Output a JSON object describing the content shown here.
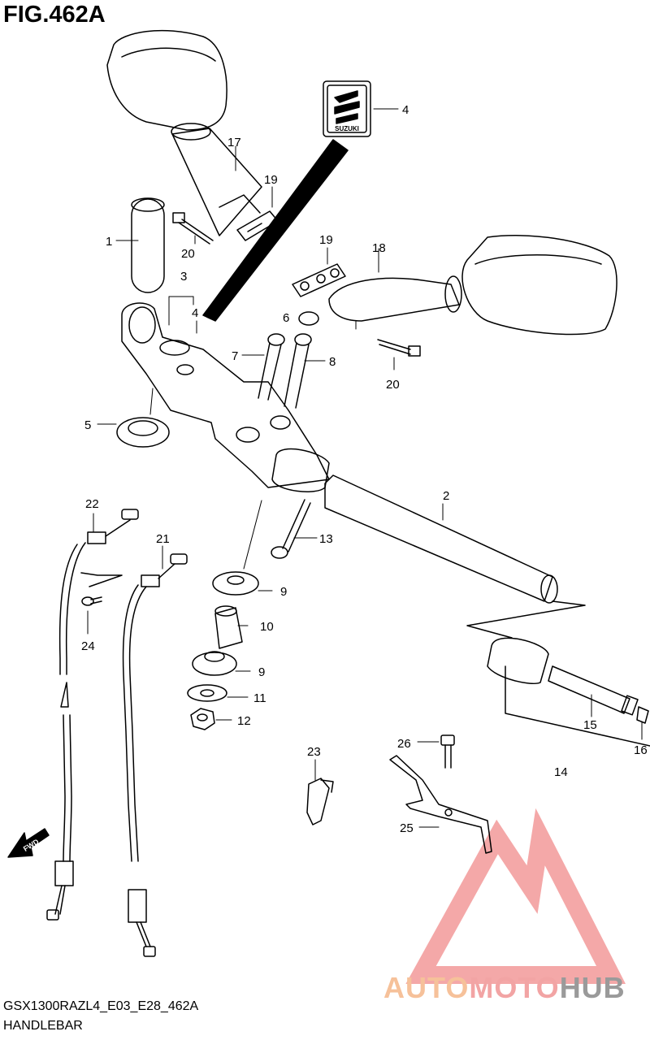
{
  "header": {
    "figure_title": "FIG.462A"
  },
  "footer": {
    "model_code": "GSX1300RAZL4_E03_E28_462A",
    "section_name": "HANDLEBAR"
  },
  "logo": {
    "brand_text": "SUZUKI"
  },
  "fwd_arrow": {
    "text": "FWD"
  },
  "watermark": {
    "part1": "AUTO",
    "part2": "MOTO",
    "part3": "HUB"
  },
  "callouts": {
    "c1": "1",
    "c2": "2",
    "c3": "3",
    "c4a": "4",
    "c4b": "4",
    "c5": "5",
    "c6": "6",
    "c7": "7",
    "c8": "8",
    "c9a": "9",
    "c9b": "9",
    "c10": "10",
    "c11": "11",
    "c12": "12",
    "c13": "13",
    "c14": "14",
    "c15": "15",
    "c16": "16",
    "c17": "17",
    "c18": "18",
    "c19a": "19",
    "c19b": "19",
    "c20a": "20",
    "c20b": "20",
    "c21": "21",
    "c22": "22",
    "c23": "23",
    "c24": "24",
    "c25": "25",
    "c26": "26"
  },
  "colors": {
    "line": "#000000",
    "watermark_red": "#f29999",
    "watermark_orange": "#f6c19a",
    "watermark_gray": "#9a9a9a"
  }
}
